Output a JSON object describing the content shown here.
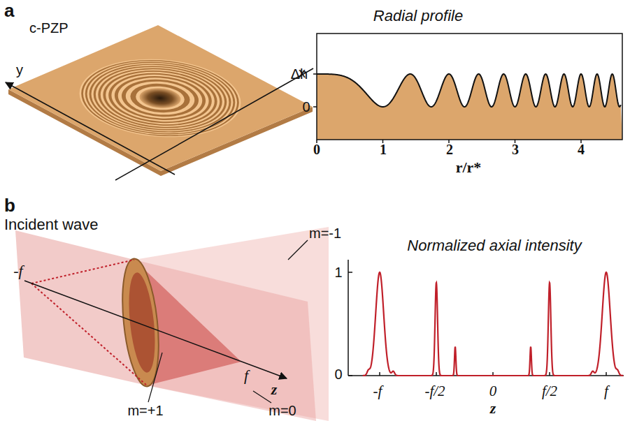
{
  "diagram": {
    "labels": [
      "a",
      "c-PZP",
      "y",
      "x",
      "Radial profile",
      "Δh",
      "0",
      "0",
      "1",
      "2",
      "3",
      "4",
      "r/r*",
      "b",
      "Incident wave",
      "m=-1",
      "-f",
      "f",
      "z",
      "m=+1",
      "m=0",
      "Normalized axial intensity",
      "1",
      "0",
      "-f",
      "-f/2",
      "0",
      "f/2",
      "f",
      "z"
    ]
  }
}
